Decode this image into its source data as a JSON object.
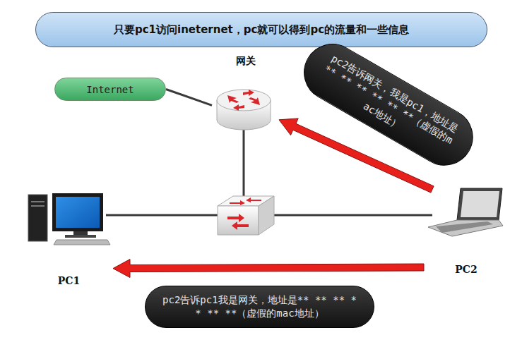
{
  "diagram": {
    "title": "只要pc1访问ineternet，pc就可以得到pc的流量和一些信息",
    "nodes": [
      {
        "text": [
          "Internet"
        ]
      },
      {
        "text": [
          "网关"
        ]
      },
      {
        "text": [
          "pc2告诉网关，我是pc1，地址是** ** ** ** ** **（虚假的mac地址）"
        ]
      },
      {
        "text": [
          "PC1"
        ]
      },
      {
        "text": [
          "PC2"
        ]
      },
      {
        "text": [
          "pc2告诉pc1我是网关，地址是** ** ** ** ** **（虚假的mac地址）"
        ]
      }
    ],
    "edges": [
      {
        "from": 0,
        "to": 1,
        "arrow": "none"
      },
      {
        "from": 4,
        "to": 1,
        "arrow": "to"
      },
      {
        "from": 4,
        "to": 3,
        "arrow": "to"
      }
    ]
  }
}
